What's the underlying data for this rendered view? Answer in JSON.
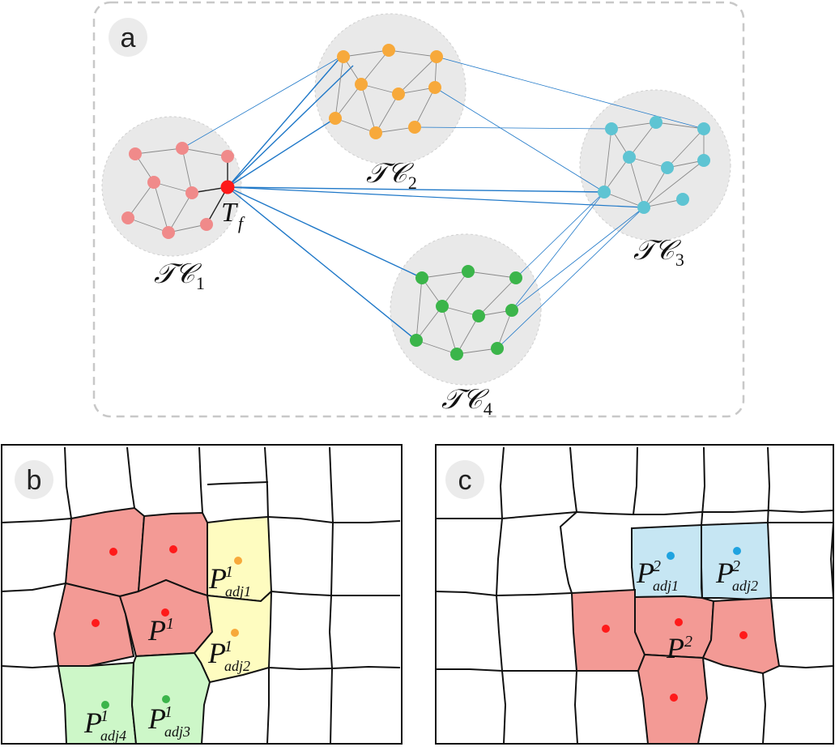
{
  "panels": {
    "a": {
      "label": "a"
    },
    "b": {
      "label": "b"
    },
    "c": {
      "label": "c"
    }
  },
  "graph": {
    "focus_node": {
      "main": "T",
      "sub": "f"
    },
    "clusters": [
      {
        "id": "tc1",
        "name": "𝒯𝒞",
        "index": "1",
        "color": "#f08a8a"
      },
      {
        "id": "tc2",
        "name": "𝒯𝒞",
        "index": "2",
        "color": "#f7a93b"
      },
      {
        "id": "tc3",
        "name": "𝒯𝒞",
        "index": "3",
        "color": "#5ec4d3"
      },
      {
        "id": "tc4",
        "name": "𝒯𝒞",
        "index": "4",
        "color": "#3bb54a"
      }
    ],
    "focus_color": "#ff1a1a",
    "link_color": "#1f78c8"
  },
  "parcels_b": {
    "target": {
      "main": "P",
      "sup": "1",
      "sub": ""
    },
    "adjacent": [
      {
        "main": "P",
        "sup": "1",
        "sub": "adj1"
      },
      {
        "main": "P",
        "sup": "1",
        "sub": "adj2"
      },
      {
        "main": "P",
        "sup": "1",
        "sub": "adj3"
      },
      {
        "main": "P",
        "sup": "1",
        "sub": "adj4"
      }
    ],
    "colors": {
      "red": "#f39a95",
      "yellow": "#fefcc0",
      "green": "#cdf7c8"
    }
  },
  "parcels_c": {
    "target": {
      "main": "P",
      "sup": "2",
      "sub": ""
    },
    "adjacent": [
      {
        "main": "P",
        "sup": "2",
        "sub": "adj1"
      },
      {
        "main": "P",
        "sup": "2",
        "sub": "adj2"
      }
    ],
    "colors": {
      "red": "#f39a95",
      "blue": "#c6e6f3"
    }
  }
}
